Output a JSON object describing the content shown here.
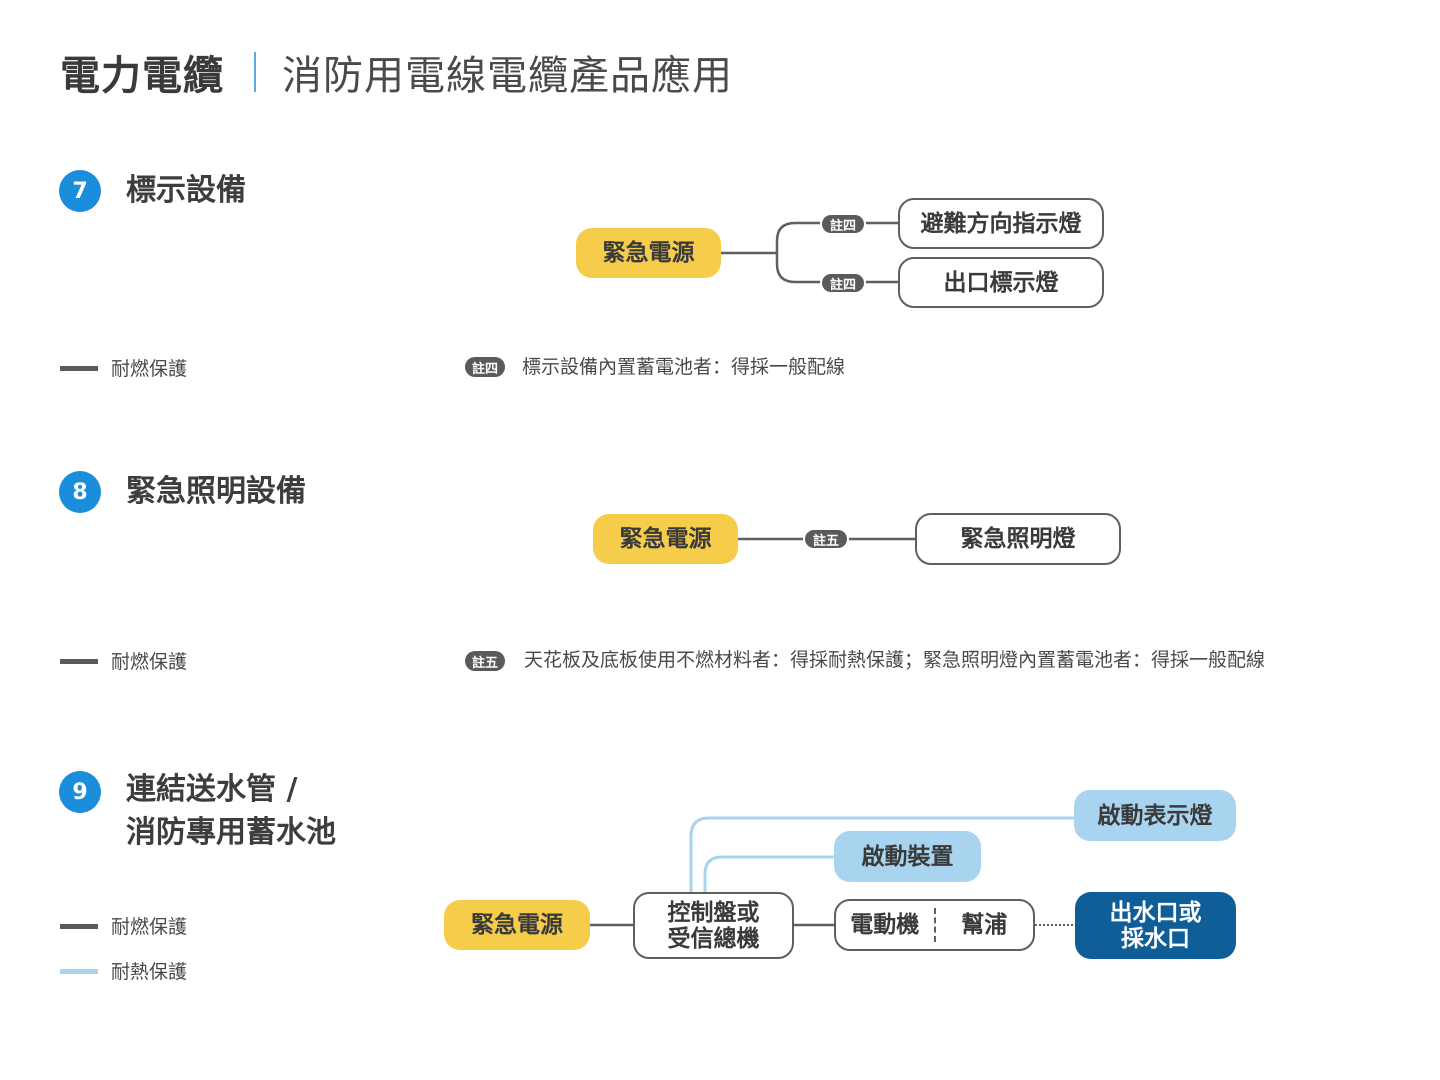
{
  "header": {
    "title": "電力電纜",
    "subtitle": "消防用電線電纜產品應用"
  },
  "colors": {
    "fire_resistant": "#5a5a5a",
    "heat_resistant": "#a8d4ef",
    "emergency_power": "#f6cd4b",
    "outlet": "#0f5e98",
    "section_badge": "#1a8ddb"
  },
  "sections": [
    {
      "number": "7",
      "title": "標示設備",
      "legend": [
        {
          "label": "耐燃保護"
        }
      ],
      "note": {
        "badge": "註四",
        "text": "標示設備內置蓄電池者：得採一般配線"
      },
      "diagram": {
        "source": "緊急電源",
        "edge_badges": [
          "註四",
          "註四"
        ],
        "targets": [
          "避難方向指示燈",
          "出口標示燈"
        ]
      }
    },
    {
      "number": "8",
      "title": "緊急照明設備",
      "legend": [
        {
          "label": "耐燃保護"
        }
      ],
      "note": {
        "badge": "註五",
        "text": "天花板及底板使用不燃材料者：得採耐熱保護；緊急照明燈內置蓄電池者：得採一般配線"
      },
      "diagram": {
        "source": "緊急電源",
        "edge_badge": "註五",
        "target": "緊急照明燈"
      }
    },
    {
      "number": "9",
      "title_line1": "連結送水管 /",
      "title_line2": "消防專用蓄水池",
      "legend": [
        {
          "label": "耐燃保護"
        },
        {
          "label": "耐熱保護"
        }
      ],
      "diagram": {
        "source": "緊急電源",
        "controller_line1": "控制盤或",
        "controller_line2": "受信總機",
        "start_indicator": "啟動表示燈",
        "start_device": "啟動裝置",
        "motor": "電動機",
        "pump": "幫浦",
        "outlet_line1": "出水口或",
        "outlet_line2": "採水口"
      }
    }
  ]
}
